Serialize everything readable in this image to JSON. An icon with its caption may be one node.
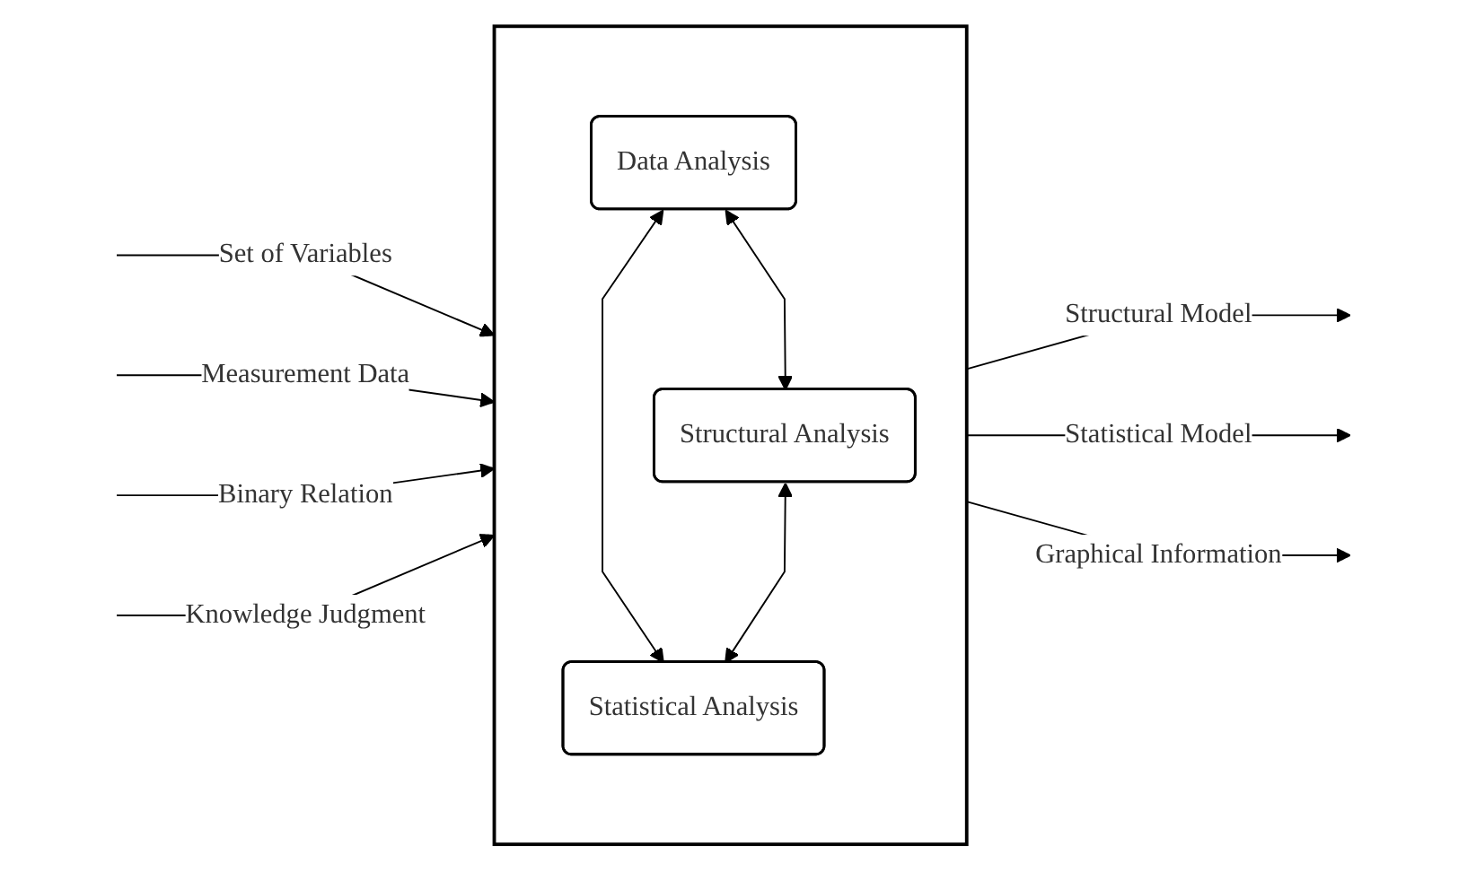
{
  "diagram": {
    "nodes": [
      {
        "text": [],
        "shape": "box"
      },
      {
        "text": [
          "Data Analysis"
        ],
        "in": 0
      },
      {
        "text": [
          "Structural Analysis"
        ],
        "in": 0
      },
      {
        "text": [
          "Statistical Analysis"
        ],
        "in": 0
      }
    ],
    "edges": [
      {
        "from": null,
        "to": 0,
        "arrow": "to",
        "label": "Set of Variables"
      },
      {
        "from": null,
        "to": 0,
        "arrow": "to",
        "label": "Measurement Data"
      },
      {
        "from": null,
        "to": 0,
        "arrow": "to",
        "label": "Binary Relation"
      },
      {
        "from": 0,
        "to": null,
        "arrow": "to",
        "label": "Structural Model"
      },
      {
        "from": 0,
        "to": null,
        "arrow": "to",
        "label": "Statistical Model"
      },
      {
        "from": null,
        "to": 0,
        "arrow": "to",
        "label": "Knowledge Judgment"
      },
      {
        "from": 0,
        "to": null,
        "arrow": "to",
        "label": "Graphical Information"
      },
      {
        "from": 1,
        "to": 2,
        "arrow": "both"
      },
      {
        "from": 1,
        "to": 3,
        "arrow": "both"
      },
      {
        "from": 2,
        "to": 3,
        "arrow": "both"
      }
    ]
  }
}
